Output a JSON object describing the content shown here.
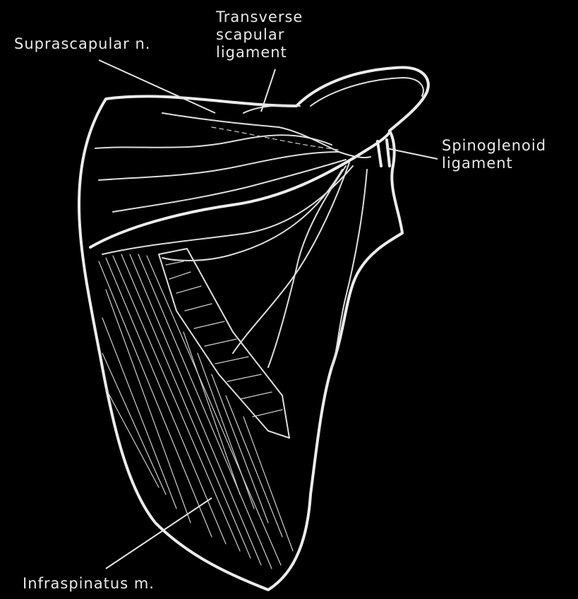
{
  "labels": {
    "suprascapular_nerve": "Suprascapular n.",
    "transverse_ligament": [
      "Transverse",
      "scapular",
      "ligament"
    ],
    "spinoglenoid_ligament": [
      "Spinoglenoid",
      "ligament"
    ],
    "infraspinatus_muscle": "Infraspinatus m."
  },
  "colors": {
    "background": "#000000",
    "line": "#ececec"
  }
}
